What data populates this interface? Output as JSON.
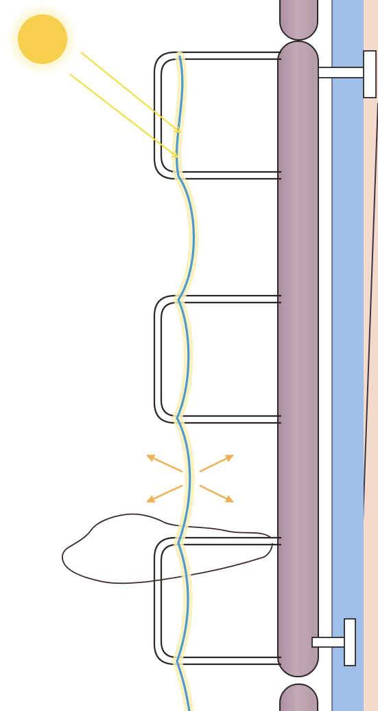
{
  "diagram": {
    "subject": "facade-with-solar-shading-screens",
    "colors": {
      "background": "#ffffff",
      "sun_fill": "#f6d04d",
      "sun_glow": "#fbefb3",
      "sun_ray": "#f2dc3a",
      "screen_membrane": "#4f99cc",
      "membrane_glow": "#f9f0b8",
      "bracket_outline": "#2e2626",
      "rail_fill": "#bfa4b3",
      "rail_outline": "#2e2626",
      "glass_blue": "#9dbfe9",
      "wall_pink": "#f4d9cc",
      "wall_line": "#3d3540",
      "pin_fill": "#ffffff",
      "heat_arrow": "#eeb157",
      "person_outline": "#3a2a26"
    },
    "parts": [
      "sun",
      "incoming-sun-rays",
      "wavy-shading-membrane",
      "shading-brackets",
      "vertical-support-rail",
      "wall-anchor-pins",
      "glass-facade",
      "heat-dissipation-arrows",
      "person-silhouette"
    ]
  }
}
